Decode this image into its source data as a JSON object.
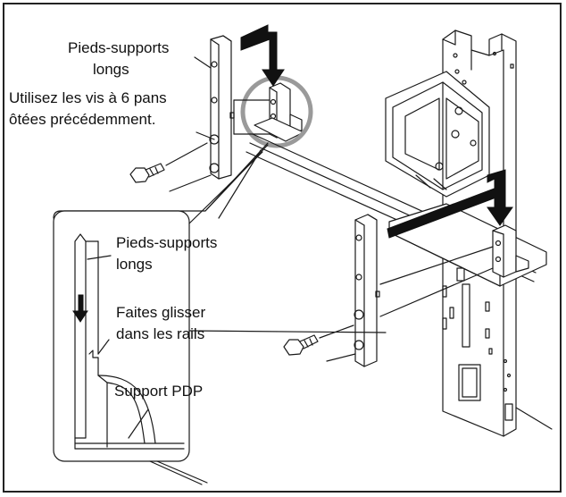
{
  "labels": {
    "top_legs_line1": "Pieds-supports",
    "top_legs_line2": "longs",
    "screws_line1": "Utilisez les vis à 6 pans",
    "screws_line2": "ôtées précédemment.",
    "inset_legs_line1": "Pieds-supports",
    "inset_legs_line2": "longs",
    "slide_line1": "Faites glisser",
    "slide_line2": "dans les rails",
    "support": "Support PDP"
  },
  "colors": {
    "stroke": "#1a1a1a",
    "highlight_circle": "#9a9a9a",
    "arrow": "#111111"
  }
}
